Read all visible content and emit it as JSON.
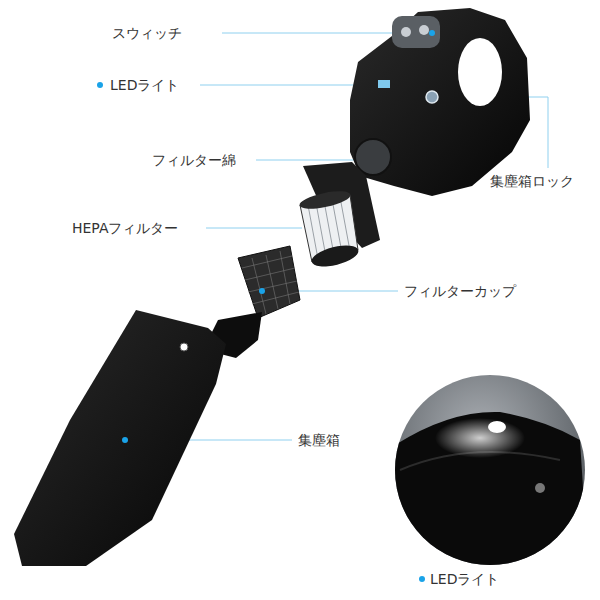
{
  "diagram": {
    "labels": [
      "スウィッチ",
      "LEDライト",
      "フィルター綿",
      "集塵箱ロック",
      "HEPAフィルター",
      "フィルターカップ",
      "集塵箱",
      "LEDライト"
    ]
  }
}
